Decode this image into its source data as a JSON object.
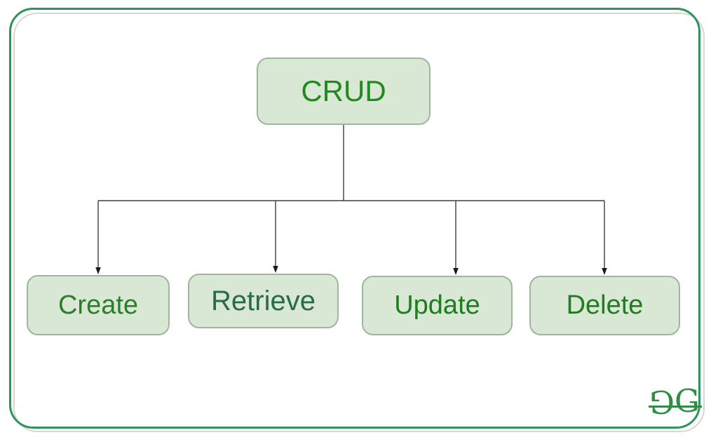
{
  "diagram": {
    "type": "tree",
    "root": {
      "label": "CRUD"
    },
    "children": [
      {
        "label": "Create"
      },
      {
        "label": "Retrieve"
      },
      {
        "label": "Update"
      },
      {
        "label": "Delete"
      }
    ]
  },
  "logo": {
    "glyph_left": "G",
    "glyph_right": "G"
  },
  "colors": {
    "node_fill": "#d8e8d4",
    "node_border": "#9cb79a",
    "root_text": "#1f8a1f",
    "create_text": "#2b7e2b",
    "retrieve_text": "#276b4b",
    "update_text": "#1f7d1f",
    "delete_text": "#1f7d1f",
    "frame_green": "#2e9457",
    "frame_gray": "#d6d6d6",
    "connector": "#3d3d3d",
    "logo_green": "#2f8d46"
  }
}
